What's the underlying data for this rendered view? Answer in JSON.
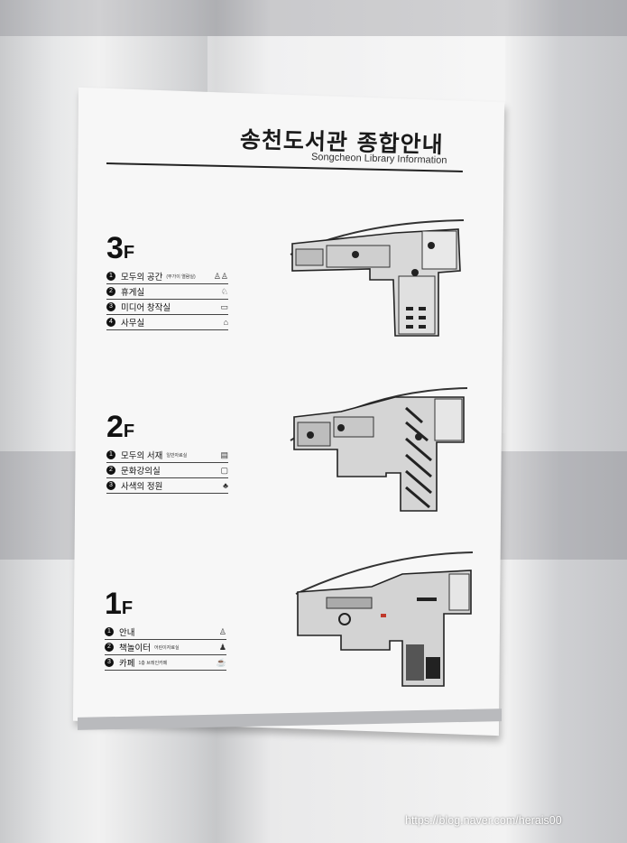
{
  "sign": {
    "title_ko": "송천도서관 종합안내",
    "title_en": "Songcheon Library Information"
  },
  "floors": [
    {
      "num": "3",
      "suffix": "F",
      "items": [
        {
          "n": "1",
          "label": "모두의 공간",
          "sub": "(부가이 열람실)",
          "icon": "people-icon"
        },
        {
          "n": "2",
          "label": "휴게실",
          "sub": "",
          "icon": "lounge-icon"
        },
        {
          "n": "3",
          "label": "미디어 창작실",
          "sub": "",
          "icon": "media-icon"
        },
        {
          "n": "4",
          "label": "사무실",
          "sub": "",
          "icon": "desk-icon"
        }
      ]
    },
    {
      "num": "2",
      "suffix": "F",
      "items": [
        {
          "n": "1",
          "label": "모두의 서재",
          "sub": "일반자료실",
          "icon": "books-icon"
        },
        {
          "n": "2",
          "label": "문화강의실",
          "sub": "",
          "icon": "lecture-icon"
        },
        {
          "n": "3",
          "label": "사색의 정원",
          "sub": "",
          "icon": "garden-icon"
        }
      ]
    },
    {
      "num": "1",
      "suffix": "F",
      "items": [
        {
          "n": "1",
          "label": "안내",
          "sub": "",
          "icon": "info-desk-icon"
        },
        {
          "n": "2",
          "label": "책놀이터",
          "sub": "어린이자료실",
          "icon": "kids-icon"
        },
        {
          "n": "3",
          "label": "카페",
          "sub": "1층 브레인카페",
          "icon": "cafe-icon"
        }
      ]
    }
  ],
  "watermark": "https://blog.naver.com/herais00"
}
